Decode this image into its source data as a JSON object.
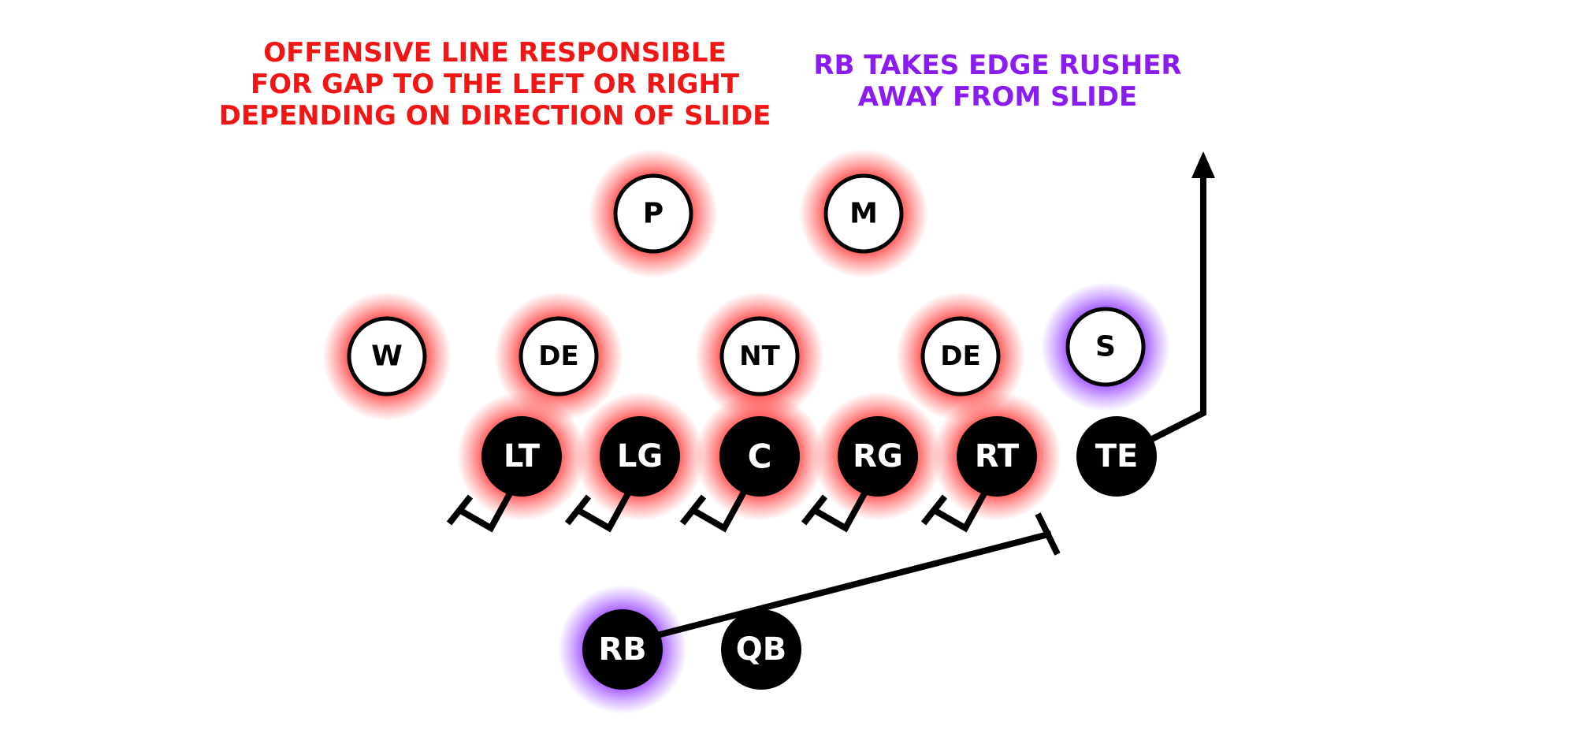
{
  "colors": {
    "red_text": "#f21515",
    "purple_text": "#8a1cf2",
    "red_glow": "#ff2a2a",
    "purple_glow": "#8c2cff",
    "offense_fill": "#000000",
    "offense_text": "#ffffff",
    "defense_fill": "#ffffff",
    "defense_text": "#000000",
    "line": "#000000"
  },
  "captions": {
    "line_rule": [
      "OFFENSIVE LINE RESPONSIBLE",
      "FOR GAP TO THE LEFT OR RIGHT",
      "DEPENDING ON DIRECTION OF SLIDE"
    ],
    "rb_rule": [
      "RB TAKES EDGE RUSHER",
      "AWAY FROM SLIDE"
    ]
  },
  "defense": {
    "P": "P",
    "M": "M",
    "W": "W",
    "DE_left": "DE",
    "NT": "NT",
    "DE_right": "DE",
    "S": "S"
  },
  "offense": {
    "LT": "LT",
    "LG": "LG",
    "C": "C",
    "RG": "RG",
    "RT": "RT",
    "TE": "TE",
    "RB": "RB",
    "QB": "QB"
  }
}
